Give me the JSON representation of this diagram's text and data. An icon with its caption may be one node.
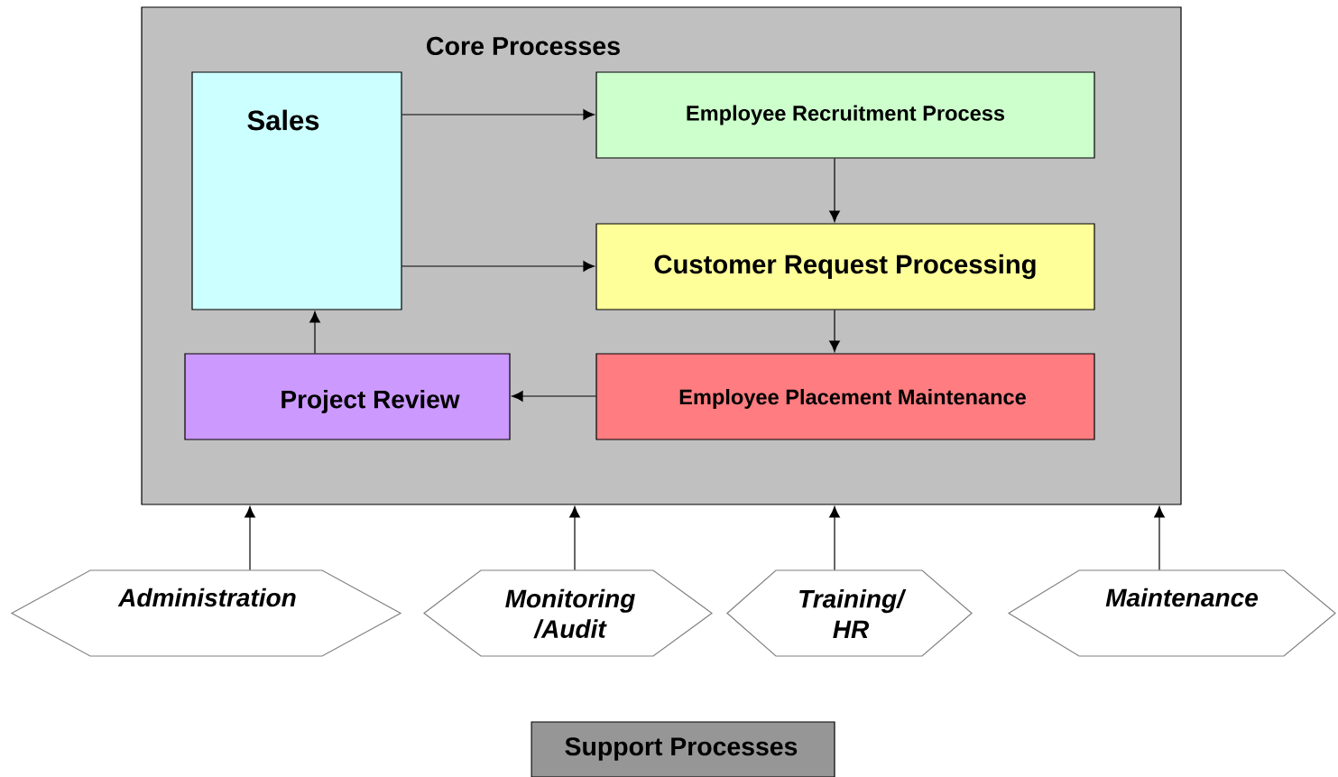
{
  "diagram": {
    "nodes": [
      {
        "text": [
          "Core Processes"
        ]
      },
      {
        "text": [
          "Sales"
        ],
        "in": 0
      },
      {
        "text": [
          "Employee Recruitment Process"
        ],
        "in": 0
      },
      {
        "text": [
          "Customer Request Processing"
        ],
        "in": 0
      },
      {
        "text": [
          "Project Review"
        ],
        "in": 0
      },
      {
        "text": [
          "Employee Placement Maintenance"
        ],
        "in": 0
      },
      {
        "text": [
          "Administration"
        ]
      },
      {
        "text": [
          "Monitoring /Audit"
        ]
      },
      {
        "text": [
          "Training/ HR"
        ]
      },
      {
        "text": [
          "Maintenance"
        ]
      },
      {
        "text": [
          "Support Processes"
        ]
      }
    ],
    "edges": [
      {
        "from": 1,
        "to": 2,
        "arrow": "to"
      },
      {
        "from": 1,
        "to": 3,
        "arrow": "to"
      },
      {
        "from": 2,
        "to": 3,
        "arrow": "to"
      },
      {
        "from": 3,
        "to": 5,
        "arrow": "to"
      },
      {
        "from": 5,
        "to": 4,
        "arrow": "to"
      },
      {
        "from": 4,
        "to": 1,
        "arrow": "to"
      },
      {
        "from": 6,
        "to": 0,
        "arrow": "to"
      },
      {
        "from": 7,
        "to": 0,
        "arrow": "to"
      },
      {
        "from": 8,
        "to": 0,
        "arrow": "to"
      },
      {
        "from": 9,
        "to": 0,
        "arrow": "to"
      }
    ]
  }
}
